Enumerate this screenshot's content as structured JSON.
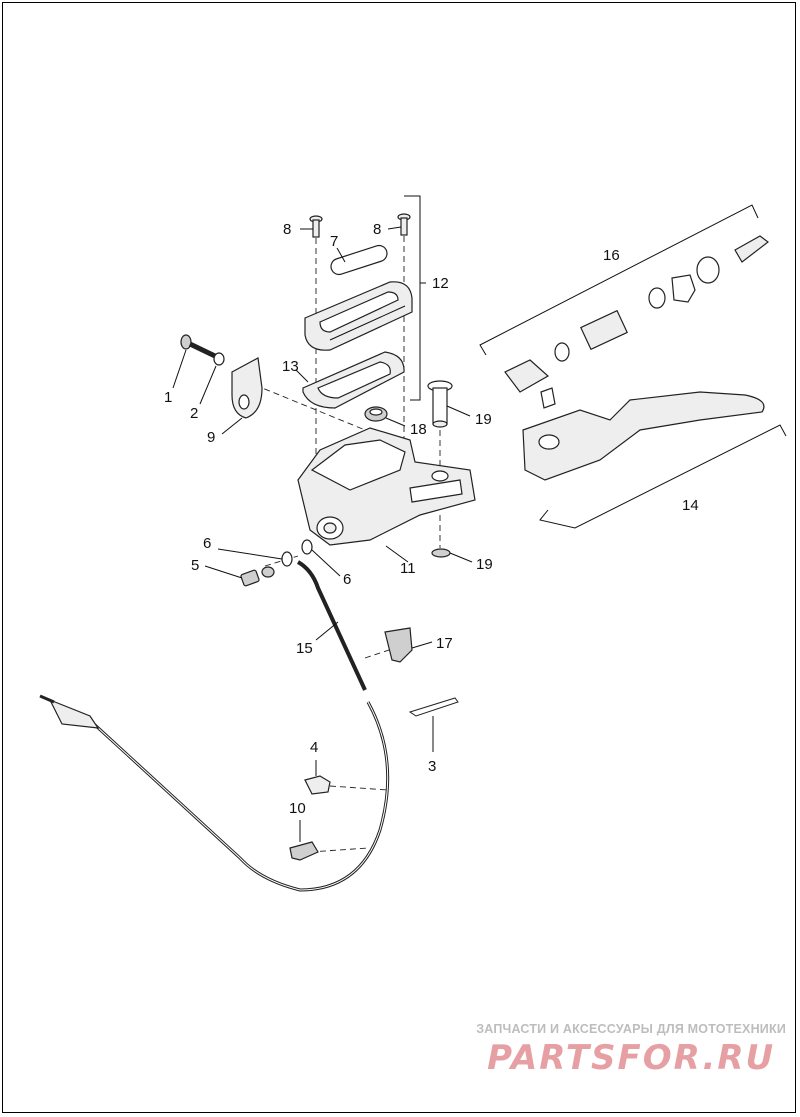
{
  "callouts": {
    "c1": "1",
    "c2": "2",
    "c3": "3",
    "c4": "4",
    "c5": "5",
    "c6a": "6",
    "c6b": "6",
    "c7": "7",
    "c8a": "8",
    "c8b": "8",
    "c9": "9",
    "c10": "10",
    "c11": "11",
    "c12": "12",
    "c13": "13",
    "c14": "14",
    "c15": "15",
    "c16": "16",
    "c17": "17",
    "c18": "18",
    "c19a": "19",
    "c19b": "19"
  },
  "watermark": {
    "caption": "ЗАПЧАСТИ И АКСЕССУАРЫ ДЛЯ МОТОТЕХНИКИ",
    "brand": "PARTSFOR.RU"
  }
}
